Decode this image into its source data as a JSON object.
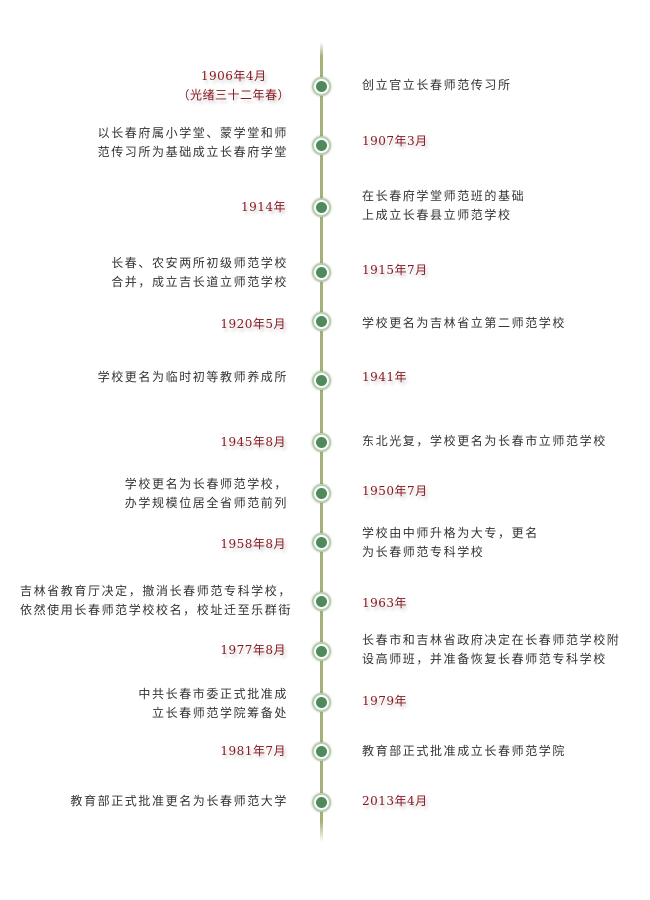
{
  "timeline": {
    "accent_color": "#8a1a22",
    "line_color": "#a4b27a",
    "node_color": "#4f8a5c",
    "events": [
      {
        "date_lines": [
          "1906年4月",
          "（光绪三十二年春）"
        ],
        "date_side": "left",
        "desc_lines": [
          "创立官立长春师范传习所"
        ]
      },
      {
        "date_lines": [
          "1907年3月"
        ],
        "date_side": "right",
        "desc_lines": [
          "以长春府属小学堂、蒙学堂和师",
          "范传习所为基础成立长春府学堂"
        ]
      },
      {
        "date_lines": [
          "1914年"
        ],
        "date_side": "left",
        "desc_lines": [
          "在长春府学堂师范班的基础",
          "上成立长春县立师范学校"
        ]
      },
      {
        "date_lines": [
          "1915年7月"
        ],
        "date_side": "right",
        "desc_lines": [
          "长春、农安两所初级师范学校",
          "合并，成立吉长道立师范学校"
        ]
      },
      {
        "date_lines": [
          "1920年5月"
        ],
        "date_side": "left",
        "desc_lines": [
          "学校更名为吉林省立第二师范学校"
        ]
      },
      {
        "date_lines": [
          "1941年"
        ],
        "date_side": "right",
        "desc_lines": [
          "学校更名为临时初等教师养成所"
        ]
      },
      {
        "date_lines": [
          "1945年8月"
        ],
        "date_side": "left",
        "desc_lines": [
          "东北光复，学校更名为长春市立师范学校"
        ]
      },
      {
        "date_lines": [
          "1950年7月"
        ],
        "date_side": "right",
        "desc_lines": [
          "学校更名为长春师范学校，",
          "办学规模位居全省师范前列"
        ]
      },
      {
        "date_lines": [
          "1958年8月"
        ],
        "date_side": "left",
        "desc_lines": [
          "学校由中师升格为大专，更名",
          "为长春师范专科学校"
        ]
      },
      {
        "date_lines": [
          "1963年"
        ],
        "date_side": "right",
        "desc_lines": [
          "吉林省教育厅决定，撤消长春师范专科学校，",
          "依然使用长春师范学校校名，校址迁至乐群街"
        ]
      },
      {
        "date_lines": [
          "1977年8月"
        ],
        "date_side": "left",
        "desc_lines": [
          "长春市和吉林省政府决定在长春师范学校附",
          "设高师班，并准备恢复长春师范专科学校"
        ]
      },
      {
        "date_lines": [
          "1979年"
        ],
        "date_side": "right",
        "desc_lines": [
          "中共长春市委正式批准成",
          "立长春师范学院筹备处"
        ]
      },
      {
        "date_lines": [
          "1981年7月"
        ],
        "date_side": "left",
        "desc_lines": [
          "教育部正式批准成立长春师范学院"
        ]
      },
      {
        "date_lines": [
          "2013年4月"
        ],
        "date_side": "right",
        "desc_lines": [
          "教育部正式批准更名为长春师范大学"
        ]
      }
    ]
  }
}
